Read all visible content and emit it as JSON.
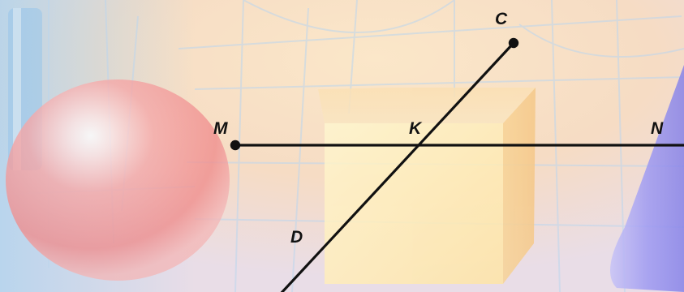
{
  "diagram": {
    "points": {
      "M": "M",
      "K": "K",
      "N": "N",
      "C": "C",
      "D": "D"
    }
  },
  "colors": {
    "background_warm": "#f7d9b8",
    "grid": "#bcd6ee",
    "sphere": "#f07a7a",
    "cube": "#ffe6a3",
    "cone": "#8a86ee",
    "lines": "#111111"
  }
}
